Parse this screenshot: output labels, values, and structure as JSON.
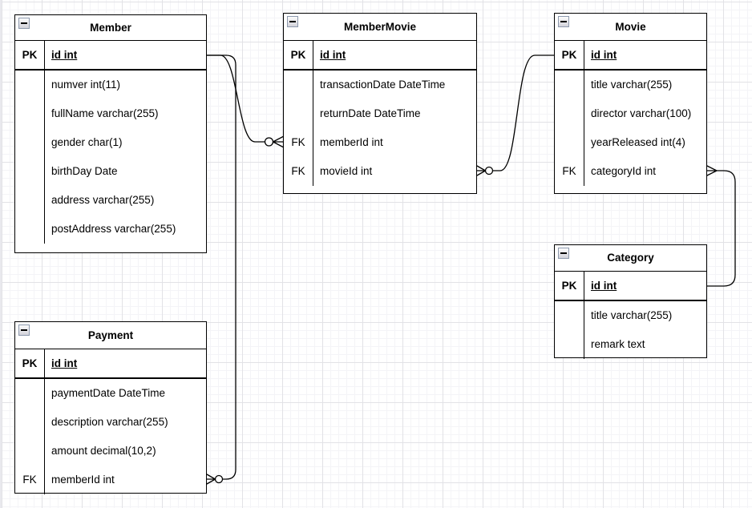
{
  "diagram": {
    "type": "entity-relationship",
    "background": "#ffffff",
    "grid_minor_color": "#f4f4f7",
    "grid_major_color": "#e2e2e6",
    "shape_border_color": "#000000",
    "edge_color": "#000000",
    "collapse_icon": "minus"
  },
  "tables": [
    {
      "title": "Member",
      "pk": {
        "key": "PK",
        "field": "id int"
      },
      "rows": [
        {
          "key": "",
          "field": "numver int(11)"
        },
        {
          "key": "",
          "field": "fullName varchar(255)"
        },
        {
          "key": "",
          "field": "gender char(1)"
        },
        {
          "key": "",
          "field": "birthDay Date"
        },
        {
          "key": "",
          "field": "address varchar(255)"
        },
        {
          "key": "",
          "field": "postAddress varchar(255)"
        }
      ]
    },
    {
      "title": "MemberMovie",
      "pk": {
        "key": "PK",
        "field": "id int"
      },
      "rows": [
        {
          "key": "",
          "field": "transactionDate DateTime"
        },
        {
          "key": "",
          "field": "returnDate DateTime"
        },
        {
          "key": "FK",
          "field": "memberId int"
        },
        {
          "key": "FK",
          "field": "movieId int"
        }
      ]
    },
    {
      "title": "Movie",
      "pk": {
        "key": "PK",
        "field": "id int"
      },
      "rows": [
        {
          "key": "",
          "field": "title varchar(255)"
        },
        {
          "key": "",
          "field": "director varchar(100)"
        },
        {
          "key": "",
          "field": "yearReleased int(4)"
        },
        {
          "key": "FK",
          "field": "categoryId int"
        }
      ]
    },
    {
      "title": "Category",
      "pk": {
        "key": "PK",
        "field": "id int"
      },
      "rows": [
        {
          "key": "",
          "field": "title varchar(255)"
        },
        {
          "key": "",
          "field": "remark text"
        }
      ]
    },
    {
      "title": "Payment",
      "pk": {
        "key": "PK",
        "field": "id int"
      },
      "rows": [
        {
          "key": "",
          "field": "paymentDate DateTime"
        },
        {
          "key": "",
          "field": "description varchar(255)"
        },
        {
          "key": "",
          "field": "amount decimal(10,2)"
        },
        {
          "key": "FK",
          "field": "memberId int"
        }
      ]
    }
  ],
  "connectors": [
    {
      "from": "Member.id",
      "to": "MemberMovie.memberId",
      "from_marker": "none",
      "to_marker": "zero-or-many"
    },
    {
      "from": "Member.id",
      "to": "Payment.memberId",
      "from_marker": "none",
      "to_marker": "zero-or-many"
    },
    {
      "from": "Movie.id",
      "to": "MemberMovie.movieId",
      "from_marker": "none",
      "to_marker": "zero-or-many"
    },
    {
      "from": "Category.id",
      "to": "Movie.categoryId",
      "from_marker": "none",
      "to_marker": "many"
    }
  ]
}
